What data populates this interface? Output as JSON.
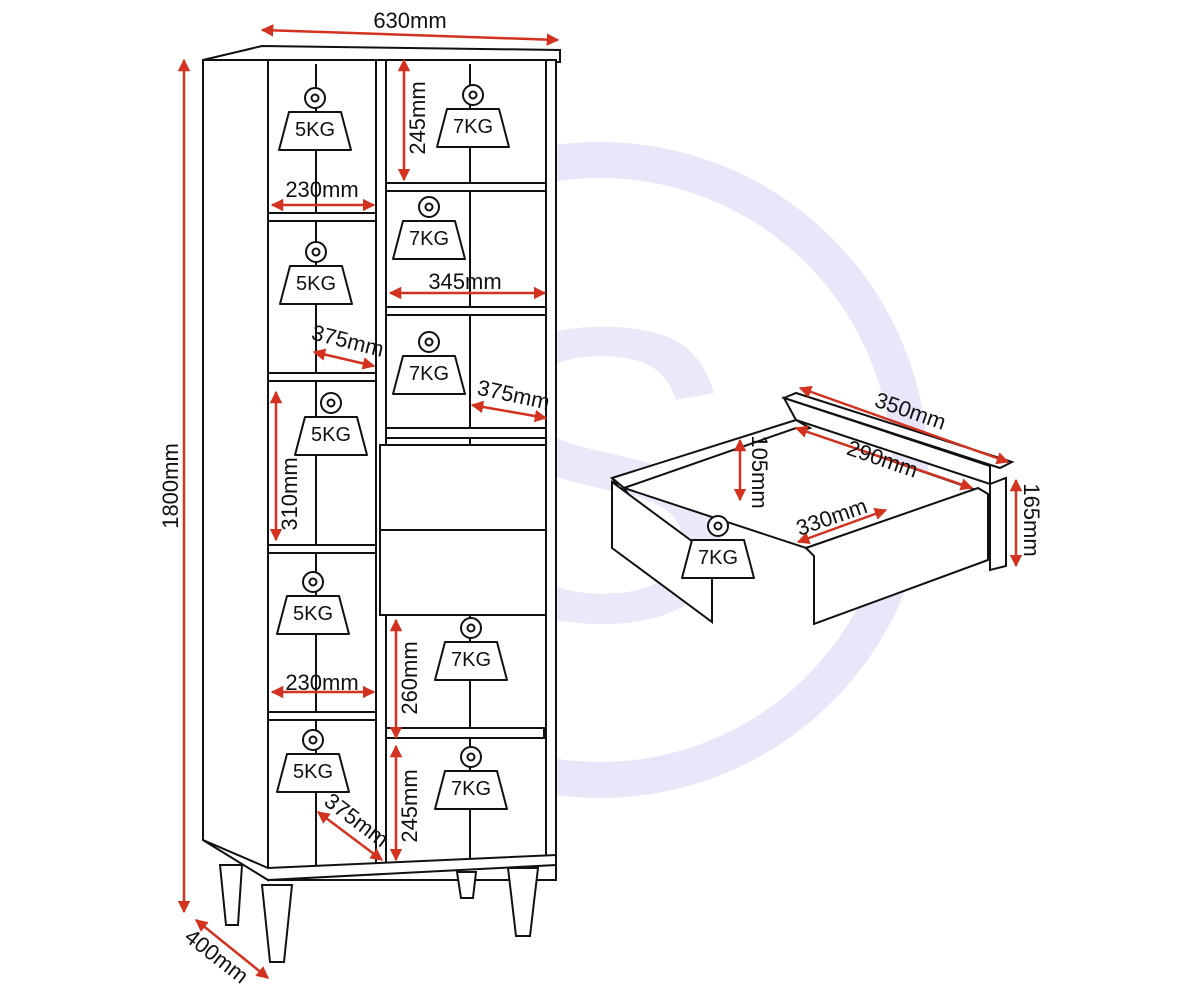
{
  "colors": {
    "line": "#111111",
    "dimension_arrow": "#d2321f",
    "watermark": "#e8e6f8",
    "background": "#ffffff"
  },
  "watermark": {
    "letter": "S"
  },
  "cabinet_dimensions": {
    "width": "630mm",
    "height": "1800mm",
    "depth": "400mm",
    "left_upper_width": "230mm",
    "left_mid_depth": "375mm",
    "left_mid_height": "310mm",
    "left_lower_width": "230mm",
    "left_bottom_depth": "375mm",
    "right_top_height": "245mm",
    "right_mid_width": "345mm",
    "right_mid_depth": "375mm",
    "right_lower_height": "260mm",
    "right_bottom_height": "245mm"
  },
  "cabinet_weights": {
    "left_1": "5KG",
    "left_2": "5KG",
    "left_3": "5KG",
    "left_4": "5KG",
    "left_5": "5KG",
    "right_1": "7KG",
    "right_2": "7KG",
    "right_3": "7KG",
    "right_4": "7KG",
    "right_5": "7KG"
  },
  "drawer": {
    "front_width": "350mm",
    "inner_width": "290mm",
    "inner_depth": "330mm",
    "inner_height": "105mm",
    "front_height": "165mm",
    "weight": "7KG"
  }
}
